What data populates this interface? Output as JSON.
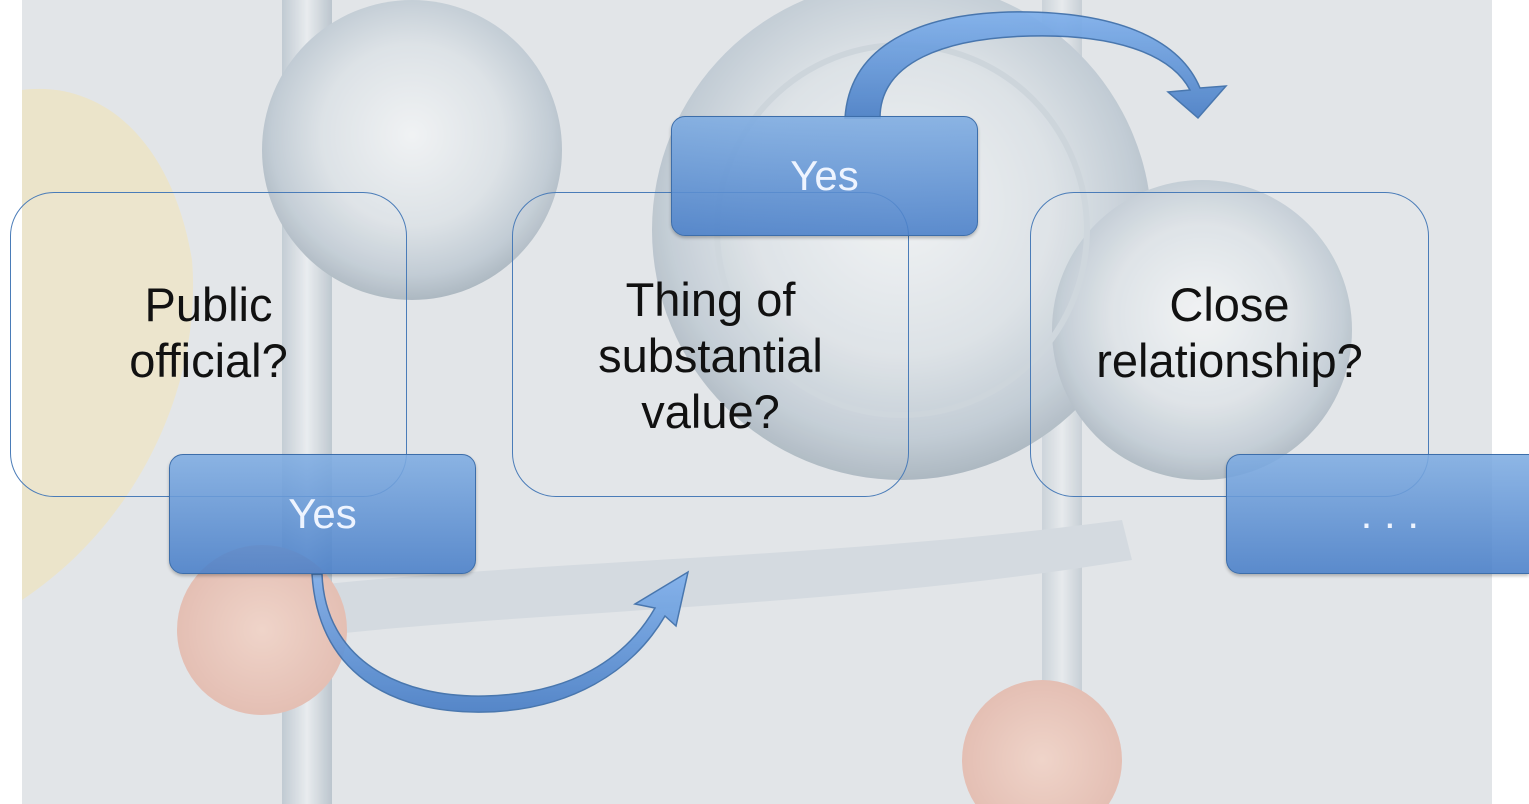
{
  "diagram": {
    "steps": [
      {
        "question": "Public\nofficial?",
        "connector": "Yes"
      },
      {
        "question": "Thing of\nsubstantial\nvalue?",
        "connector": "Yes"
      },
      {
        "question": "Close\nrelationship?",
        "connector": ". . ."
      }
    ]
  },
  "colors": {
    "box_border": "#4a7cb8",
    "tab_fill": "#5b8fd6",
    "tab_text": "#eef4ff",
    "arrow_fill": "#6a9ee0",
    "question_text": "#111111"
  }
}
